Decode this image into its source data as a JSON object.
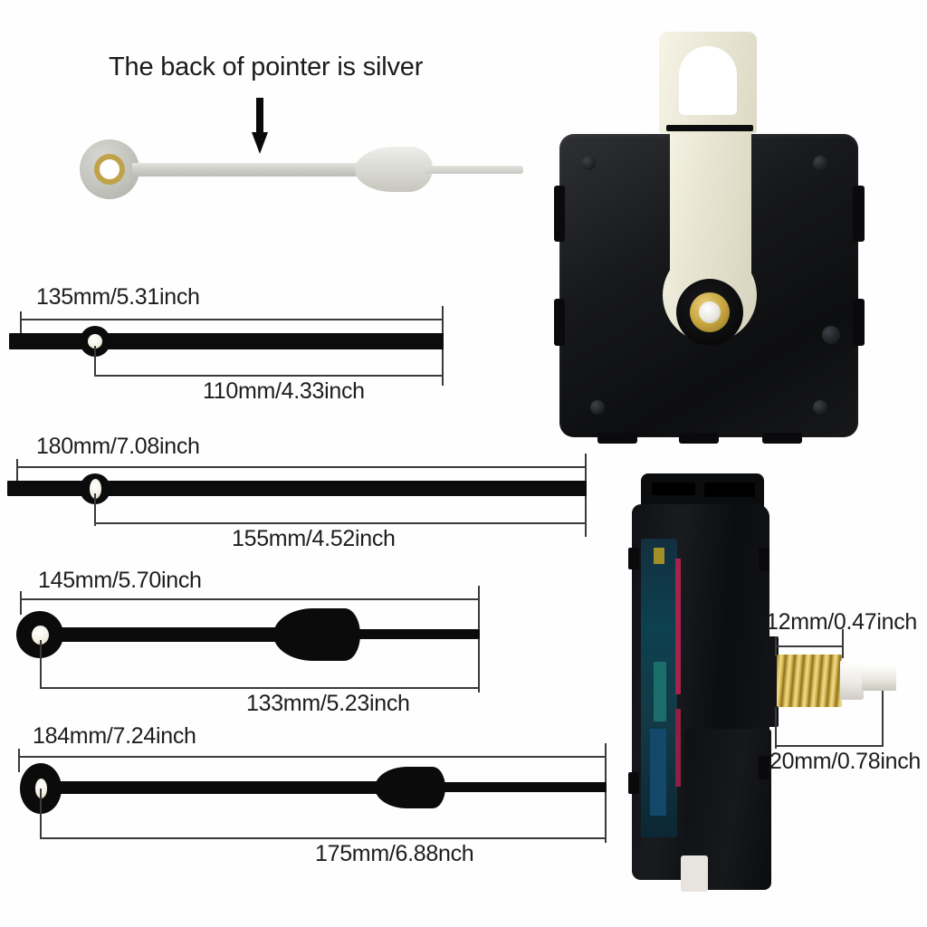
{
  "page": {
    "title": "Clock Movement and Hands Dimension Diagram",
    "background_color": "#ffffff"
  },
  "note": {
    "text": "The back of pointer is silver",
    "arrow_icon": "down-arrow-icon"
  },
  "hands": [
    {
      "id": "silver-pointer",
      "type": "silver-second-hand",
      "color": "#c9c9c2",
      "labels": []
    },
    {
      "id": "hand-1",
      "type": "straight-bar-hand",
      "color": "#0c0c0c",
      "total_label": "135mm/5.31inch",
      "pivot_label": "110mm/4.33inch"
    },
    {
      "id": "hand-2",
      "type": "straight-bar-hand",
      "color": "#0c0c0c",
      "total_label": "180mm/7.08inch",
      "pivot_label": "155mm/4.52inch"
    },
    {
      "id": "hand-3",
      "type": "spade-hour-hand",
      "color": "#0c0c0c",
      "total_label": "145mm/5.70inch",
      "pivot_label": "133mm/5.23inch"
    },
    {
      "id": "hand-4",
      "type": "spade-minute-hand",
      "color": "#0c0c0c",
      "total_label": "184mm/7.24inch",
      "pivot_label": "175mm/6.88nch"
    }
  ],
  "movement_back": {
    "id": "clock-movement-back-view",
    "body_color": "#14161a",
    "hanger_color": "#e8e5d2",
    "shaft_color": "#c8a63f"
  },
  "movement_side": {
    "id": "clock-movement-side-view",
    "body_color": "#101114",
    "thread_label": "12mm/0.47inch",
    "shaft_label": "20mm/0.78inch",
    "thread_color": "#d9bc56",
    "collar_color": "#ffffff"
  },
  "colors": {
    "text": "#1d1d1d",
    "dimension_line": "#3a3a3a",
    "hand_black": "#0c0c0c",
    "silver": "#c9c9c2",
    "brass": "#c8a63f",
    "ivory": "#e8e5d2"
  }
}
